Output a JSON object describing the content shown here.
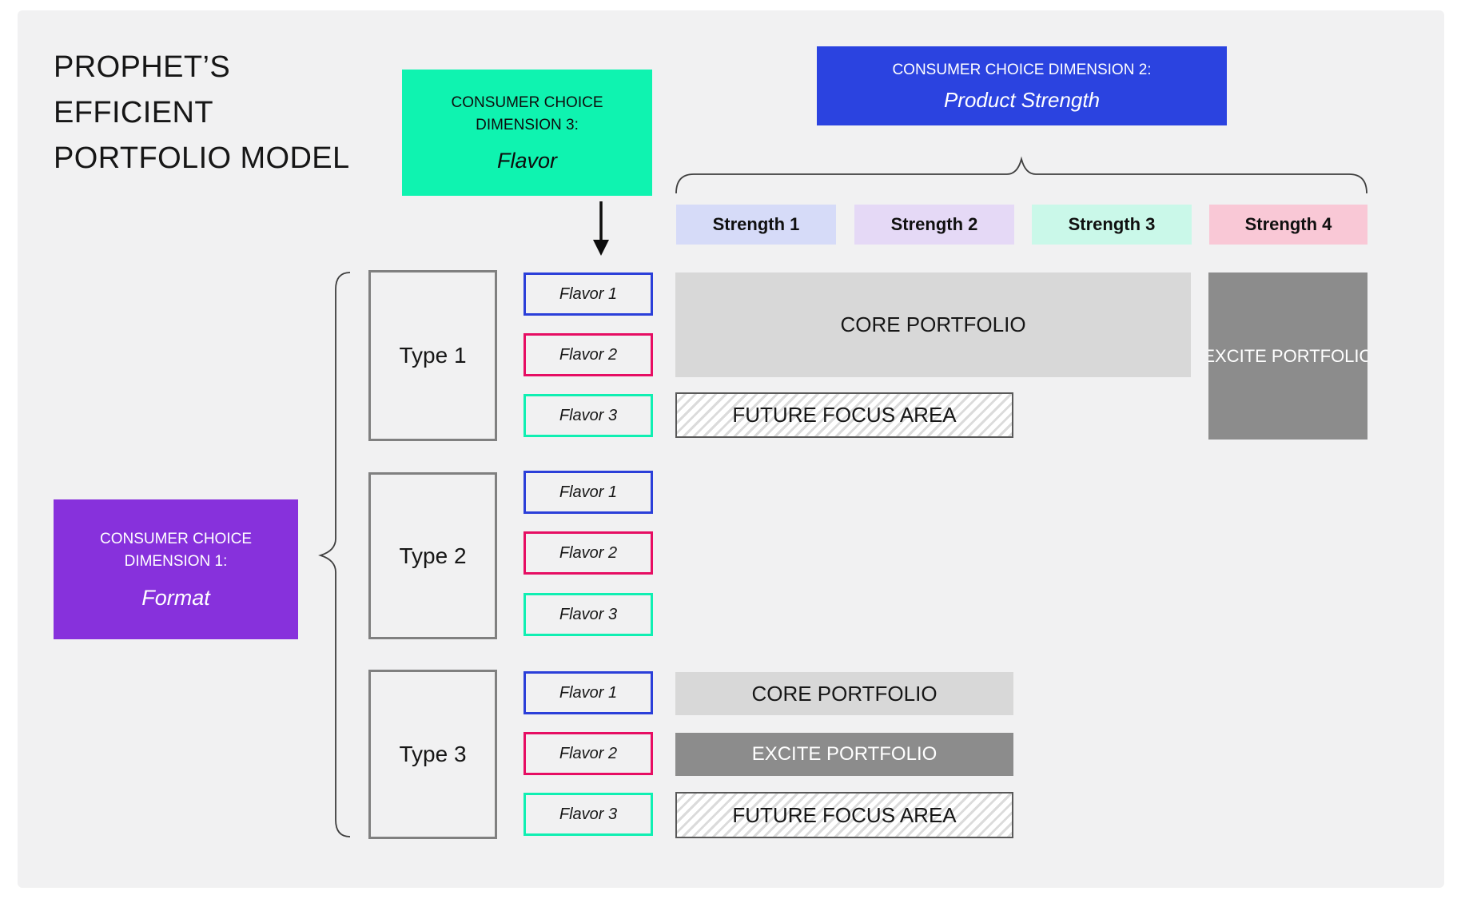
{
  "colors": {
    "pageBg": "#ffffff",
    "panelBg": "#f1f1f2",
    "text": "#1a1a1a",
    "dim1": "#8731dc",
    "dim2": "#2b43e0",
    "dim3": "#0ff3b0",
    "s1": "#d6dbf8",
    "s2": "#e5d9f6",
    "s3": "#caf8e9",
    "s4": "#f9c8d6",
    "coreFill": "#d8d8d8",
    "exciteFill": "#8c8c8c",
    "flavor1": "#2b3fd9",
    "flavor2": "#e60e63",
    "flavor3": "#10efb2",
    "typeBorder": "#808080",
    "futureBorder": "#595959",
    "brace": "#3f3f3f"
  },
  "title": {
    "line1": "PROPHET’S",
    "line2": "EFFICIENT",
    "line3": "PORTFOLIO MODEL"
  },
  "dimension1": {
    "heading": "CONSUMER CHOICE DIMENSION 1:",
    "value": "Format"
  },
  "dimension2": {
    "heading": "CONSUMER CHOICE DIMENSION 2:",
    "value": "Product Strength"
  },
  "dimension3": {
    "heading": "CONSUMER CHOICE DIMENSION 3:",
    "value": "Flavor"
  },
  "strengths": {
    "s1": "Strength 1",
    "s2": "Strength 2",
    "s3": "Strength 3",
    "s4": "Strength 4"
  },
  "types": {
    "t1": "Type 1",
    "t2": "Type 2",
    "t3": "Type 3"
  },
  "flavors": {
    "f1": "Flavor 1",
    "f2": "Flavor 2",
    "f3": "Flavor 3"
  },
  "zones": {
    "core": "CORE PORTFOLIO",
    "excite": "EXCITE PORTFOLIO",
    "future": "FUTURE FOCUS AREA"
  }
}
